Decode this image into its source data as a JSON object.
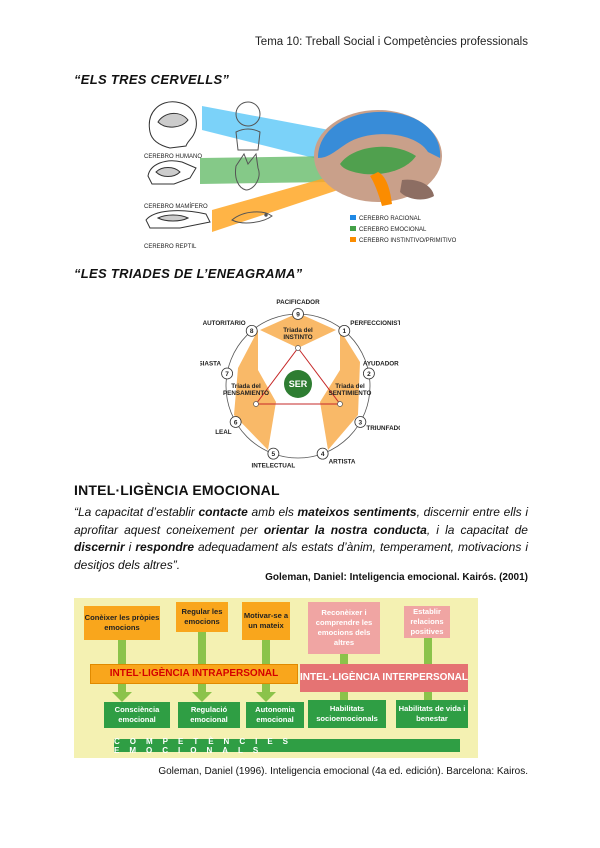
{
  "header": "Tema 10: Treball Social i Competències professionals",
  "section1_title": "“ELS TRES CERVELLS”",
  "brains": {
    "labels": [
      "CEREBRO HUMANO",
      "CEREBRO MAMÍFERO",
      "CEREBRO REPTIL"
    ],
    "legend": [
      {
        "label": "CEREBRO RACIONAL",
        "color": "#1e88e5"
      },
      {
        "label": "CEREBRO EMOCIONAL",
        "color": "#43a047"
      },
      {
        "label": "CEREBRO INSTINTIVO/PRIMITIVO",
        "color": "#fb8c00"
      }
    ]
  },
  "section2_title": "“LES TRIADES DE L’ENEAGRAMA”",
  "enneagram": {
    "center": "SER",
    "points": [
      {
        "n": "9",
        "label": "PACIFICADOR"
      },
      {
        "n": "1",
        "label": "PERFECCIONISTA"
      },
      {
        "n": "2",
        "label": "AYUDADOR"
      },
      {
        "n": "3",
        "label": "TRIUNFADOR"
      },
      {
        "n": "4",
        "label": "ARTISTA"
      },
      {
        "n": "5",
        "label": "INTELECTUAL"
      },
      {
        "n": "6",
        "label": "LEAL"
      },
      {
        "n": "7",
        "label": "ENTUSIASTA"
      },
      {
        "n": "8",
        "label": "AUTORITARIO"
      }
    ],
    "triads": {
      "instinct": [
        "Triada del",
        "INSTINTO"
      ],
      "feeling": [
        "Triada del",
        "SENTIMIENTO"
      ],
      "thinking": [
        "Triada del",
        "PENSAMIENTO"
      ]
    }
  },
  "section3_title": "INTEL·LIGÈNCIA EMOCIONAL",
  "quote": {
    "p1": "“La capacitat d’establir ",
    "b1": "contacte",
    "p2": " amb els ",
    "b2": "mateixos sentiments",
    "p3": ", discernir entre ells i aprofitar aquest coneixement per ",
    "b3": "orientar la nostra conducta",
    "p4": ", i la capacitat de ",
    "b4": "discernir",
    "p5": " i ",
    "b5": "respondre",
    "p6": " adequadament als estats d’ànim, temperament, motivacions i desitjos dels altres”."
  },
  "cite1": "Goleman, Daniel: Inteligencia emocional. Kairós. (2001)",
  "competencies": {
    "top": [
      "Conèixer les pròpies emocions",
      "Regular les emocions",
      "Motivar-se a un mateix",
      "Reconèixer i comprendre les emocions dels altres",
      "Establir relacions positives"
    ],
    "intra": "INTEL·LIGÈNCIA INTRAPERSONAL",
    "inter": "INTEL·LIGÈNCIA INTERPERSONAL",
    "bottom": [
      "Consciència emocional",
      "Regulació emocional",
      "Autonomia emocional",
      "Habilitats socioemocionals",
      "Habilitats de vida i benestar"
    ],
    "bar": "COMPETÈNCIES EMOCIONALS"
  },
  "cite2": "Goleman, Daniel (1996). Inteligencia emocional (4a ed. edición). Barcelona: Kairos."
}
